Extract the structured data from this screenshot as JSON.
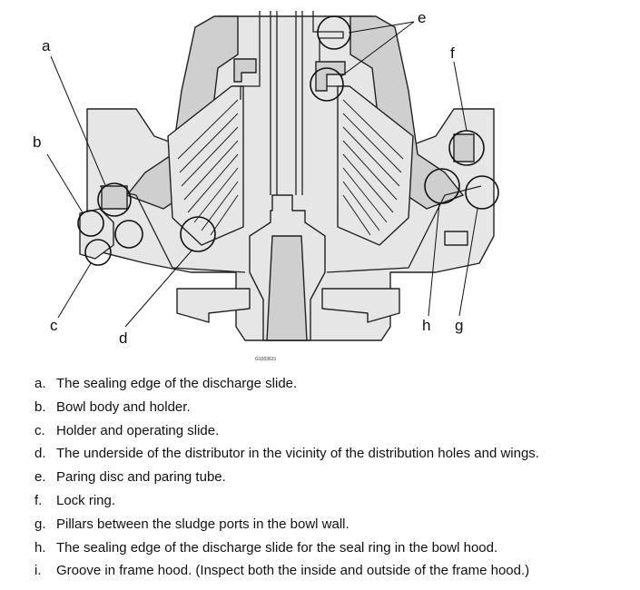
{
  "figure": {
    "figure_id": "G1003631",
    "callouts": [
      "a",
      "b",
      "c",
      "d",
      "e",
      "f",
      "g",
      "h"
    ]
  },
  "legend": {
    "items": [
      {
        "letter": "a.",
        "text": "The sealing edge of the discharge slide."
      },
      {
        "letter": "b.",
        "text": "Bowl body and holder."
      },
      {
        "letter": "c.",
        "text": "Holder and operating slide."
      },
      {
        "letter": "d.",
        "text": "The underside of the distributor in the vicinity of the distribution holes and wings."
      },
      {
        "letter": "e.",
        "text": "Paring disc and paring tube."
      },
      {
        "letter": "f.",
        "text": "Lock ring."
      },
      {
        "letter": "g.",
        "text": "Pillars between the sludge ports in the bowl wall."
      },
      {
        "letter": "h.",
        "text": "The sealing edge of the discharge slide for the seal ring in the bowl hood."
      },
      {
        "letter": "i.",
        "text": "Groove in frame hood.  (Inspect both the inside and outside of the frame hood.)"
      }
    ]
  }
}
